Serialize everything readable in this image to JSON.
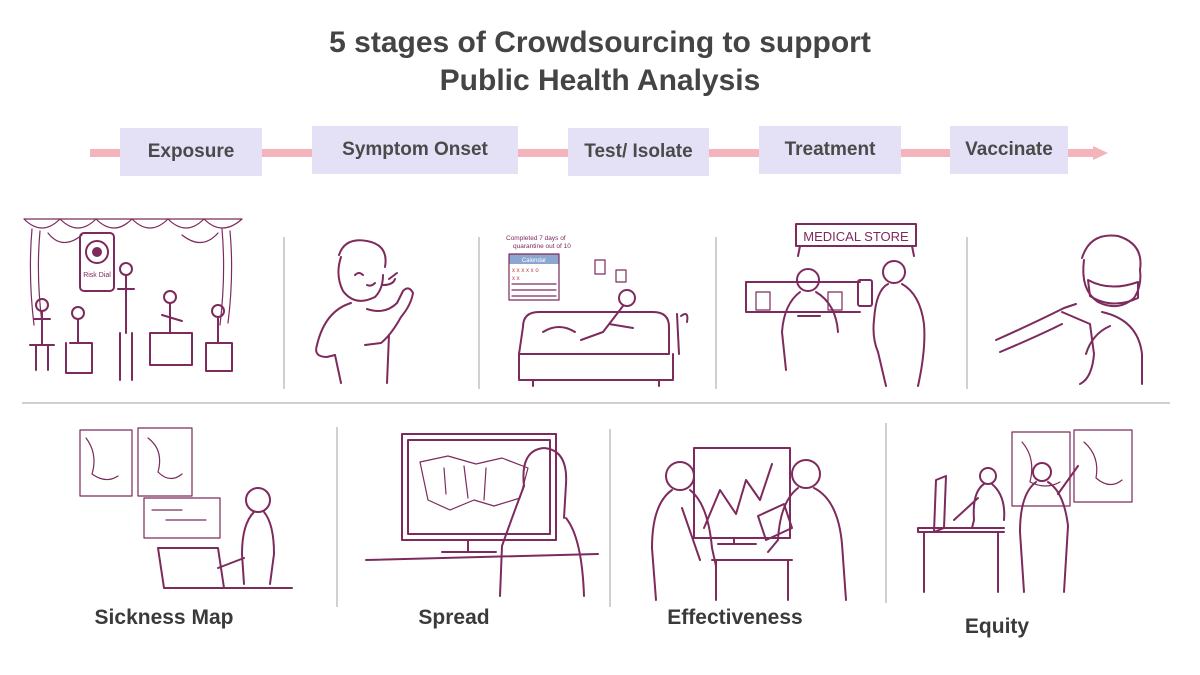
{
  "title": {
    "line1": "5 stages of Crowdsourcing to support",
    "line2": "Public Health Analysis"
  },
  "stages": [
    {
      "label": "Exposure"
    },
    {
      "label": "Symptom Onset"
    },
    {
      "label": "Test/ Isolate"
    },
    {
      "label": "Treatment"
    },
    {
      "label": "Vaccinate"
    }
  ],
  "illustration_text": {
    "risk_dial": "Risk Dial",
    "quarantine_note": "Completed 7 days of quarantine out of 10",
    "calendar": "Calendar",
    "medical_store": "MEDICAL STORE"
  },
  "analyses": [
    {
      "label": "Sickness Map"
    },
    {
      "label": "Spread"
    },
    {
      "label": "Effectiveness"
    },
    {
      "label": "Equity"
    }
  ],
  "colors": {
    "arrow": "#f3b4bb",
    "stage_box": "#e4e1f7",
    "ink": "#7d2a5c"
  }
}
